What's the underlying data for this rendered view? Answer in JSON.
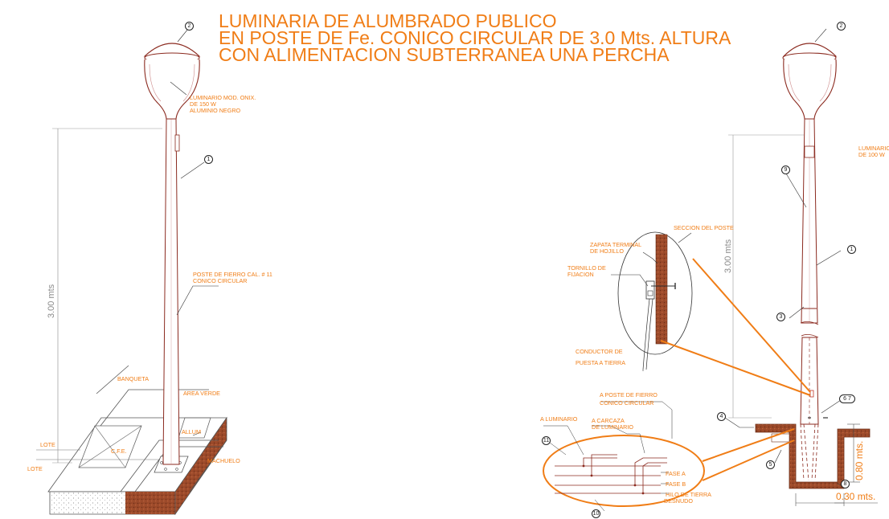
{
  "title": {
    "line1": "LUMINARIA DE ALUMBRADO PUBLICO",
    "line2": "EN POSTE DE Fe. CONICO CIRCULAR DE 3.0 Mts. ALTURA",
    "line3": "CON ALIMENTACION SUBTERRANEA UNA PERCHA"
  },
  "left": {
    "luminario_label": [
      "LUMINARIO MOD. ONIX.",
      "DE 150 W",
      "ALUMINIO NEGRO"
    ],
    "poste_label": [
      "POSTE DE FIERRO CAL. # 11",
      "CONICO CIRCULAR"
    ],
    "height_dim": "3.00 mts",
    "banqueta": "BANQUETA",
    "area_verde": "AREA VERDE",
    "allum": "ALLUM",
    "lote1": "LOTE",
    "lote2": "LOTE",
    "cfe": "C.F.E.",
    "machuelo": "MACHUELO",
    "callout_1": "1",
    "callout_2": "2"
  },
  "right": {
    "luminario_label": [
      "LUMINARIO",
      "DE 100 W"
    ],
    "height_dim": "3.00 mts",
    "seccion_poste": "SECCION DEL POSTE",
    "zapata": [
      "ZAPATA TERMINAL",
      "DE HOJILLO"
    ],
    "tornillo": [
      "TORNILLO DE",
      "FIJACION"
    ],
    "conductor": [
      "CONDUCTOR DE",
      "PUESTA A TIERRA"
    ],
    "a_poste": [
      "A POSTE DE FIERRO",
      "CONICO CIRCULAR"
    ],
    "a_luminario": "A LUMINARIO",
    "a_carcaza": [
      "A CARCAZA",
      "DE LUMINARIO"
    ],
    "fase_a": "FASE A",
    "fase_b": "FASE B",
    "hilo_tierra": [
      "HILO DE TIERRA",
      "DESNUDO"
    ],
    "dim_080": "0.80 mts.",
    "dim_030": "0.30 mts.",
    "callouts": {
      "c1": "1",
      "c2": "2",
      "c3": "3",
      "c4": "4",
      "c5": "5",
      "c67": "6 7",
      "c8": "8",
      "c9": "9",
      "c10": "10",
      "c11": "11"
    }
  },
  "colors": {
    "accent": "#f07d16",
    "pole": "#8b2a1f",
    "concrete": "#a0522d",
    "line": "#333333"
  }
}
